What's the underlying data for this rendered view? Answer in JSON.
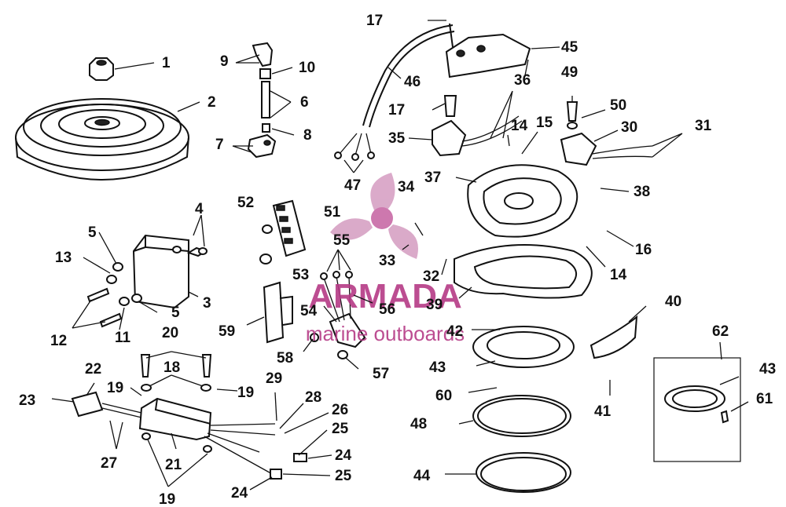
{
  "callouts": {
    "c1": "1",
    "c2": "2",
    "c3": "3",
    "c4": "4",
    "c5a": "5",
    "c5b": "5",
    "c6": "6",
    "c7": "7",
    "c8": "8",
    "c9": "9",
    "c10": "10",
    "c11": "11",
    "c12": "12",
    "c13": "13",
    "c14a": "14",
    "c14b": "14",
    "c15": "15",
    "c16": "16",
    "c17a": "17",
    "c17b": "17",
    "c18": "18",
    "c19a": "19",
    "c19b": "19",
    "c19c": "19",
    "c20": "20",
    "c21": "21",
    "c22": "22",
    "c23": "23",
    "c24a": "24",
    "c24b": "24",
    "c25a": "25",
    "c25b": "25",
    "c26": "26",
    "c27": "27",
    "c28": "28",
    "c29": "29",
    "c30": "30",
    "c31": "31",
    "c32": "32",
    "c33": "33",
    "c34": "34",
    "c35": "35",
    "c36": "36",
    "c37": "37",
    "c38": "38",
    "c39": "39",
    "c40": "40",
    "c41": "41",
    "c42": "42",
    "c43a": "43",
    "c43b": "43",
    "c44": "44",
    "c45": "45",
    "c46": "46",
    "c47": "47",
    "c48": "48",
    "c49": "49",
    "c50": "50",
    "c51": "51",
    "c52": "52",
    "c53": "53",
    "c54": "54",
    "c55": "55",
    "c56": "56",
    "c57": "57",
    "c58": "58",
    "c59": "59",
    "c60": "60",
    "c61": "61",
    "c62": "62"
  },
  "watermark": {
    "brand": "ARMADA",
    "tagline": "marine outboards",
    "color": "#b53a86"
  }
}
